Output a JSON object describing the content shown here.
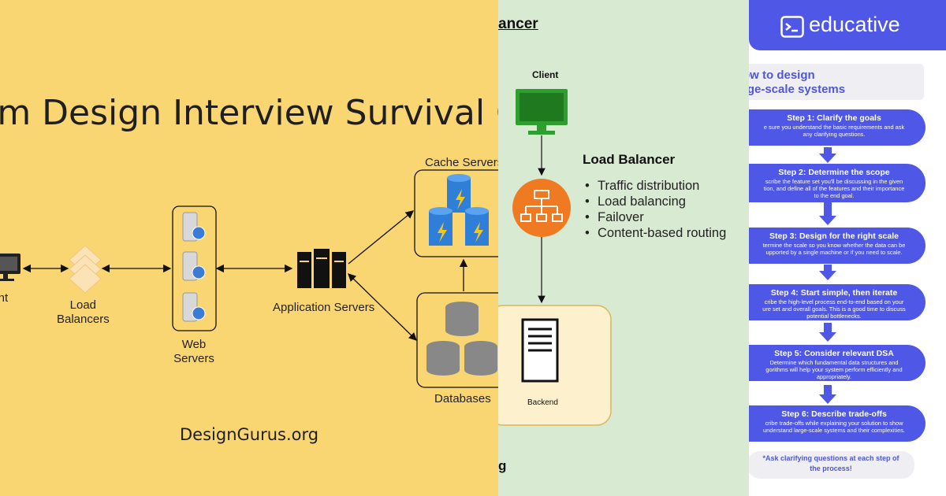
{
  "panel_left": {
    "title": "tem Design Interview Survival G",
    "nodes": {
      "client": "ient",
      "load_balancers": "Load\nBalancers",
      "web_servers": "Web\nServers",
      "app_servers": "Application Servers",
      "cache_servers": "Cache Servers",
      "databases": "Databases"
    },
    "site": "DesignGurus.org"
  },
  "panel_middle": {
    "title_fragment": "ancer",
    "client": "Client",
    "lb_heading": "Load Balancer",
    "lb_points": [
      "Traffic distribution",
      "Load balancing",
      "Failover",
      "Content-based routing"
    ],
    "backend": "Backend",
    "bottom_fragment": "g"
  },
  "panel_right": {
    "brand": "educative",
    "title": "ow to design\nrge-scale systems",
    "steps": [
      {
        "heading": "Step 1: Clarify the goals",
        "text": "e sure you understand the basic requirements and ask\nany clarifying questions."
      },
      {
        "heading": "Step 2: Determine the scope",
        "text": "scribe the feature set you'll be discussing in the given\ntion, and define all of the features and their importance\nto the end goal."
      },
      {
        "heading": "Step 3: Design for the right scale",
        "text": "termine the scale so you know whether the data can be\nupported by a single machine or if you need to scale."
      },
      {
        "heading": "Step 4: Start simple, then iterate",
        "text": "cribe the high-level process end-to-end based on your\nure set and overall goals. This is a good time to discuss\npotential bottlenecks."
      },
      {
        "heading": "Step 5: Consider relevant DSA",
        "text": "Determine which fundamental data structures and\ngorithms will help your system perform efficiently and\nappropriately."
      },
      {
        "heading": "Step 6: Describe trade-offs",
        "text": "cribe trade-offs while explaining your solution to show\nunderstand large-scale systems and their complexities."
      }
    ],
    "note": "*Ask clarifying questions at each step of\nthe process!"
  },
  "colors": {
    "left_bg": "#fad672",
    "middle_bg": "#d9ead2",
    "educative_blue": "#4f57e6",
    "lb_orange": "#ef7a22",
    "client_green": "#2e9e2e"
  }
}
